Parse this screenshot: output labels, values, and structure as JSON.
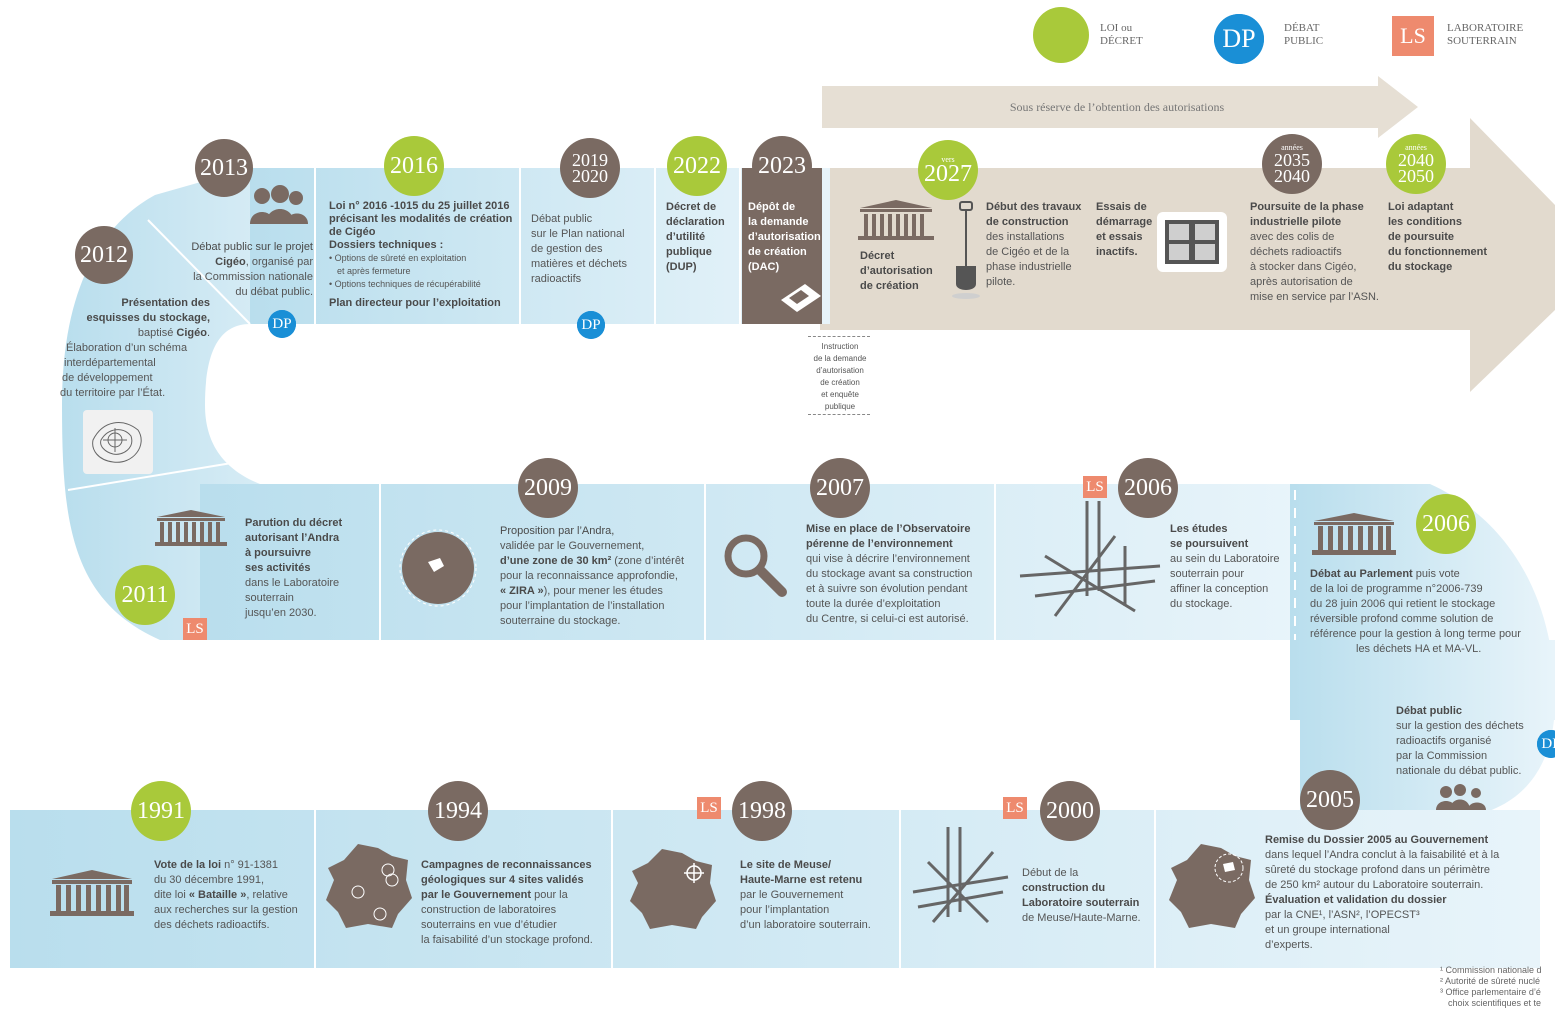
{
  "legend": {
    "law": "LOI ou DÉCRET",
    "law_l1": "LOI ou",
    "law_l2": "DÉCRET",
    "debate_badge": "DP",
    "debate_l1": "DÉBAT",
    "debate_l2": "PUBLIC",
    "lab_badge": "LS",
    "lab_l1": "LABORATOIRE",
    "lab_l2": "SOUTERRAIN"
  },
  "reserve_arrow": "Sous réserve de l’obtention des autorisations",
  "colors": {
    "green": "#a9c93a",
    "brown": "#7a6a62",
    "blue": "#1a8fd6",
    "salmon": "#ee8a6e",
    "beige": "#e3dbcf"
  },
  "badge_dp": "DP",
  "badge_ls": "LS",
  "events": {
    "y2012": {
      "year": "2012",
      "l1": "Présentation des",
      "l2": "esquisses du stockage,",
      "l3a": "baptisé ",
      "l3b": "Cigéo",
      "l3c": ".",
      "l4": "Élaboration d’un schéma",
      "l5": "interdépartemental",
      "l6": "de développement",
      "l7": "du territoire par l’État."
    },
    "y2013": {
      "year": "2013",
      "l1": "Débat public sur le projet",
      "l2a": "Cigéo",
      "l2b": ", organisé par",
      "l3": "la Commission nationale",
      "l4": "du débat public."
    },
    "y2016": {
      "year": "2016",
      "l1": "Loi n° 2016 -1015 du 25 juillet 2016",
      "l2": "précisant les modalités de création",
      "l3": "de Cigéo",
      "l4": "Dossiers techniques :",
      "l5": "• Options de sûreté en exploitation",
      "l6": "et après fermeture",
      "l7": "• Options techniques de récupérabilité",
      "l8": "Plan directeur pour l’exploitation"
    },
    "y2019": {
      "year_a": "2019",
      "year_b": "2020",
      "l1": "Débat public",
      "l2": "sur le Plan national",
      "l3": "de gestion des",
      "l4": "matières et déchets",
      "l5": "radioactifs"
    },
    "y2022": {
      "year": "2022",
      "l1": "Décret de",
      "l2": "déclaration",
      "l3": "d’utilité",
      "l4": "publique",
      "l5": "(DUP)"
    },
    "y2023": {
      "year": "2023",
      "l1": "Dépôt de",
      "l2": "la demande",
      "l3": "d’autorisation",
      "l4": "de création",
      "l5": "(DAC)"
    },
    "instruction": {
      "l1": "Instruction",
      "l2": "de la demande",
      "l3": "d’autorisation",
      "l4": "de création",
      "l5": "et enquête",
      "l6": "publique"
    },
    "y2027": {
      "pre": "vers",
      "year": "2027",
      "d1": "Décret",
      "d2": "d’autorisation",
      "d3": "de création",
      "t1": "Début des travaux",
      "t2": "de construction",
      "t3": "des installations",
      "t4": "de Cigéo et de la",
      "t5": "phase industrielle",
      "t6": "pilote.",
      "e1": "Essais de",
      "e2": "démarrage",
      "e3": "et essais",
      "e4": "inactifs."
    },
    "y2035": {
      "pre": "années",
      "year_a": "2035",
      "year_b": "2040",
      "l1": "Poursuite de la phase",
      "l2": "industrielle pilote",
      "l3": "avec des colis de",
      "l4": "déchets radioactifs",
      "l5": "à stocker dans Cigéo,",
      "l6": "après autorisation de",
      "l7": "mise en service par l’ASN."
    },
    "y2040": {
      "pre": "années",
      "year_a": "2040",
      "year_b": "2050",
      "l1": "Loi adaptant",
      "l2": "les conditions",
      "l3": "de poursuite",
      "l4": "du fonctionnement",
      "l5": "du stockage"
    },
    "y2011": {
      "year": "2011",
      "l1": "Parution du décret",
      "l2": "autorisant l’Andra",
      "l3": "à poursuivre",
      "l4": "ses activités",
      "l5": "dans le Laboratoire",
      "l6": "souterrain",
      "l7": "jusqu’en 2030."
    },
    "y2009": {
      "year": "2009",
      "l1": "Proposition par l’Andra,",
      "l2": "validée par le Gouvernement,",
      "l3a": "d’une zone de 30 km²",
      "l3b": " (zone d’intérêt",
      "l4": "pour la reconnaissance approfondie,",
      "l5a": "« ZIRA »",
      "l5b": "), pour mener les études",
      "l6": "pour l’implantation de l’installation",
      "l7": "souterraine du stockage."
    },
    "y2007": {
      "year": "2007",
      "l1": "Mise en place de l’Observatoire",
      "l2": "pérenne de l’environnement",
      "l3": "qui vise à décrire l’environnement",
      "l4": "du stockage avant sa construction",
      "l5": "et à suivre son évolution pendant",
      "l6": "toute la durée d’exploitation",
      "l7": "du Centre, si celui-ci est autorisé."
    },
    "y2006a": {
      "year": "2006",
      "l1": "Les études",
      "l2": "se poursuivent",
      "l3": "au sein du Laboratoire",
      "l4": "souterrain pour",
      "l5": "affiner la conception",
      "l6": "du stockage."
    },
    "y2006b": {
      "year": "2006",
      "l1a": "Débat au Parlement",
      "l1b": " puis vote",
      "l2": "de la loi de programme n°2006-739",
      "l3": "du 28 juin 2006 qui retient le stockage",
      "l4": "réversible profond comme solution de",
      "l5": "référence pour la gestion à long terme pour",
      "l6": "les déchets HA et MA-VL."
    },
    "debat2005": {
      "l1": "Débat public",
      "l2": "sur la gestion des déchets",
      "l3": "radioactifs organisé",
      "l4": "par la Commission",
      "l5": "nationale du débat public."
    },
    "y2005": {
      "year": "2005",
      "l1": "Remise du Dossier 2005 au Gouvernement",
      "l2": "dans lequel l’Andra conclut à la faisabilité et à la",
      "l3": "sûreté du stockage profond dans un périmètre",
      "l4": "de 250 km² autour du Laboratoire souterrain.",
      "l5": "Évaluation et validation du dossier",
      "l6": "par la CNE¹, l’ASN², l’OPECST³",
      "l7": "et un groupe international",
      "l8": "d’experts."
    },
    "y1991": {
      "year": "1991",
      "l1a": "Vote de la loi",
      "l1b": " n° 91-1381",
      "l2": "du 30 décembre 1991,",
      "l3a": "dite loi ",
      "l3b": "« Bataille »",
      "l3c": ", relative",
      "l4": "aux recherches sur la gestion",
      "l5": "des déchets radioactifs."
    },
    "y1994": {
      "year": "1994",
      "l1": "Campagnes de reconnaissances",
      "l2": "géologiques sur 4 sites validés",
      "l3a": "par le Gouvernement",
      "l3b": " pour la",
      "l4": "construction de laboratoires",
      "l5": "souterrains en vue d’étudier",
      "l6": "la faisabilité d’un stockage profond."
    },
    "y1998": {
      "year": "1998",
      "l1": "Le site de Meuse/",
      "l2": "Haute-Marne est retenu",
      "l3": "par le Gouvernement",
      "l4": "pour l’implantation",
      "l5": "d’un laboratoire souterrain."
    },
    "y2000": {
      "year": "2000",
      "l1": "Début de la",
      "l2": "construction du",
      "l3": "Laboratoire souterrain",
      "l4": "de Meuse/Haute-Marne."
    }
  },
  "footnotes": {
    "f1": "¹ Commission nationale d",
    "f2": "² Autorité de sûreté nuclé",
    "f3": "³ Office parlementaire d’é",
    "f4": "choix scientifiques et te"
  }
}
